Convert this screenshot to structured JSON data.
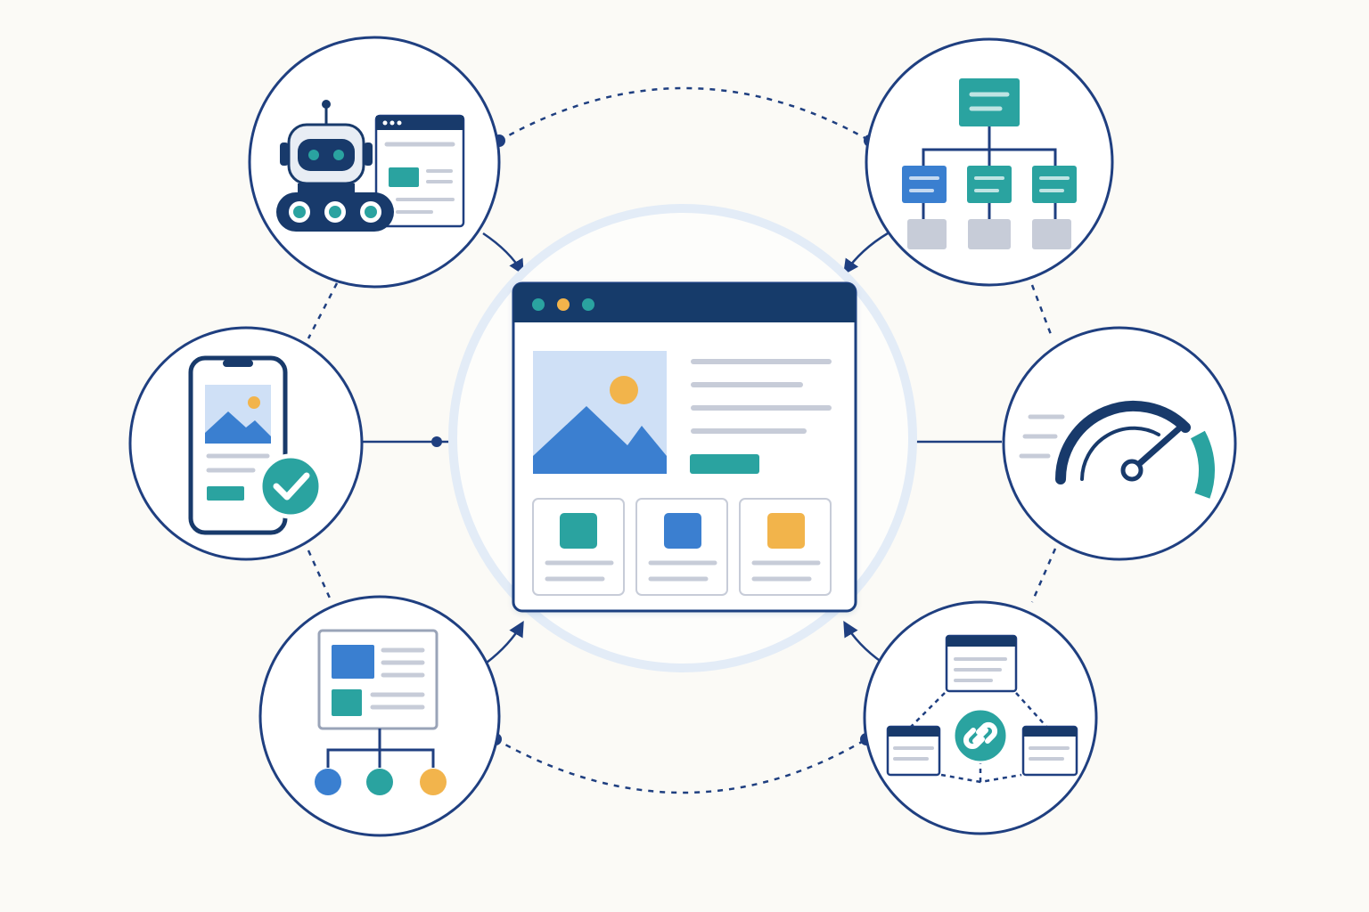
{
  "colors": {
    "navy": "#1f3f80",
    "navy_dark": "#183a6b",
    "blue": "#3a7fd0",
    "teal": "#2aa3a0",
    "yellow": "#f2b44c",
    "light_blue": "#cfe0f6",
    "gray_line": "#c7ccd8",
    "halo": "#e6eef8",
    "background": "#fbfaf6"
  },
  "nodes": [
    {
      "id": "robot-automation",
      "icon": "robot-icon"
    },
    {
      "id": "mobile-responsive",
      "icon": "mobile-check-icon"
    },
    {
      "id": "page-structure",
      "icon": "layout-tree-icon"
    },
    {
      "id": "site-hierarchy",
      "icon": "sitemap-icon"
    },
    {
      "id": "page-speed",
      "icon": "speedometer-icon"
    },
    {
      "id": "internal-links",
      "icon": "link-pages-icon"
    }
  ],
  "center": {
    "icon": "browser-window-icon"
  },
  "speed_gauge_level": 0.78
}
